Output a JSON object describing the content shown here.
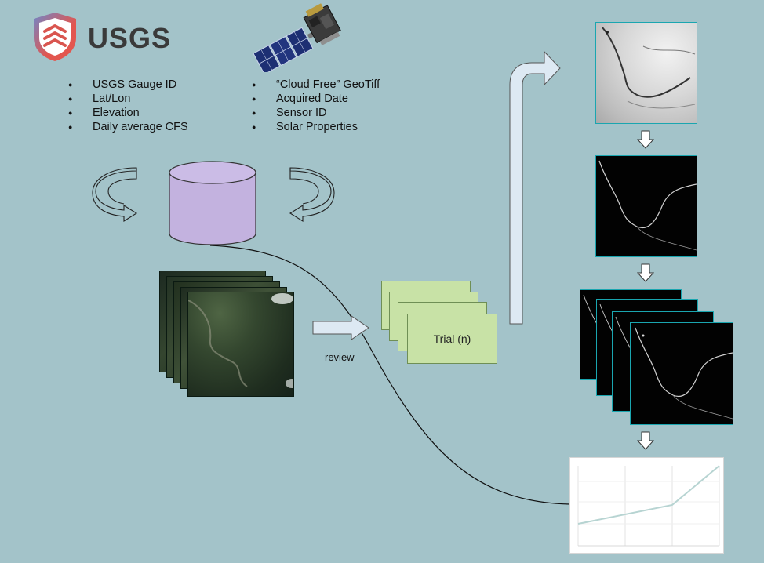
{
  "logo": {
    "text": "USGS",
    "icon": "usgs-shield-icon"
  },
  "satellite": {
    "icon": "satellite-icon"
  },
  "gauge_attributes": [
    "USGS Gauge ID",
    "Lat/Lon",
    "Elevation",
    "Daily average CFS"
  ],
  "image_attributes": [
    "“Cloud Free” GeoTiff",
    "Acquired Date",
    "Sensor ID",
    "Solar Properties"
  ],
  "review_label": "review",
  "trial_label": "Trial (n)",
  "colors": {
    "background": "#a3c3c9",
    "database": "#c3b2df",
    "trial_fill": "#c8e2a6",
    "arrow_fill": "#dde9f3",
    "mask_border": "#1aa6b0"
  }
}
